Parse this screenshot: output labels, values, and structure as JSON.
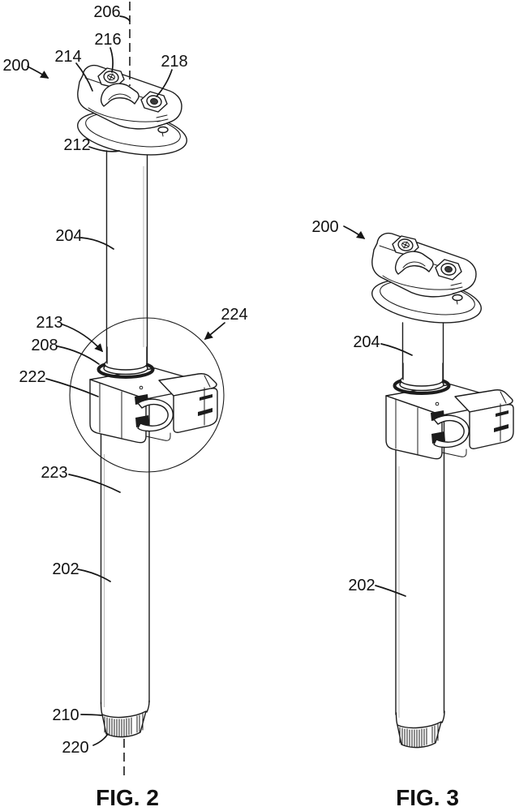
{
  "colors": {
    "ink": "#1c1c1c",
    "background": "#ffffff"
  },
  "figures": [
    {
      "caption": "FIG. 2",
      "labels": {
        "200": "200",
        "202": "202",
        "204": "204",
        "206": "206",
        "208": "208",
        "210": "210",
        "212": "212",
        "213": "213",
        "214": "214",
        "216": "216",
        "218": "218",
        "220": "220",
        "222": "222",
        "223": "223",
        "224": "224"
      }
    },
    {
      "caption": "FIG. 3",
      "labels": {
        "200": "200",
        "202": "202",
        "204": "204"
      }
    }
  ]
}
